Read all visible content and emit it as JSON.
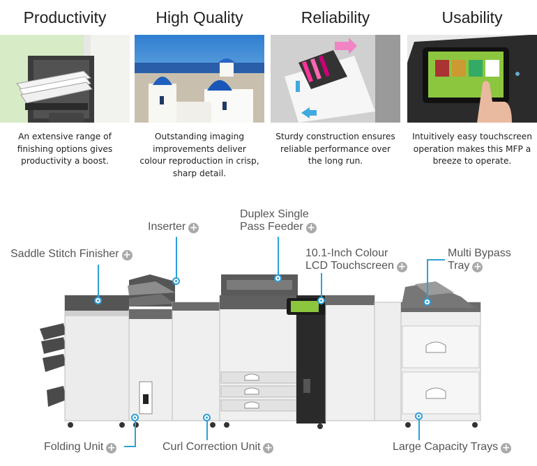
{
  "features": [
    {
      "title": "Productivity",
      "description": "An extensive range of finishing options gives productivity a boost."
    },
    {
      "title": "High Quality",
      "description": "Outstanding imaging improvements deliver colour reproduction in crisp, sharp detail."
    },
    {
      "title": "Reliability",
      "description": "Sturdy construction ensures reliable performance over the long run."
    },
    {
      "title": "Usability",
      "description": "Intuitively easy touchscreen operation makes this MFP a breeze to operate."
    }
  ],
  "callouts": {
    "saddle_stitch": "Saddle Stitch Finisher",
    "inserter": "Inserter",
    "duplex_line1": "Duplex Single",
    "duplex_line2": "Pass Feeder",
    "lcd_line1": "10.1-Inch Colour",
    "lcd_line2": "LCD Touchscreen",
    "bypass_line1": "Multi Bypass",
    "bypass_line2": "Tray",
    "folding": "Folding Unit",
    "curl": "Curl Correction Unit",
    "large_capacity": "Large Capacity Trays"
  },
  "icons": {
    "expand": "plus-circle-icon",
    "hotspot": "hotspot-dot-icon"
  },
  "colors": {
    "accent": "#2d9fd8",
    "plus_badge": "#a9a9a9",
    "label_text": "#555555",
    "touchscreen": "#8cc63f"
  }
}
